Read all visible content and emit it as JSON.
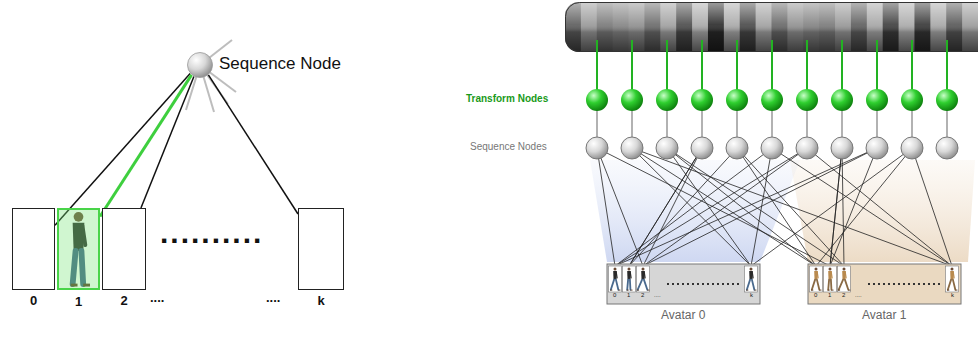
{
  "diagram": {
    "nodes": [
      {
        "text": [
          "Sequence Node"
        ]
      },
      {
        "text": [
          "0"
        ]
      },
      {
        "text": [
          "1"
        ]
      },
      {
        "text": [
          "2"
        ]
      },
      {
        "text": [
          "k"
        ]
      }
    ],
    "edges": [
      {
        "from": 0,
        "to": 1,
        "arrow": "none"
      },
      {
        "from": 0,
        "to": 2,
        "arrow": "none"
      },
      {
        "from": 0,
        "to": 3,
        "arrow": "none"
      },
      {
        "from": 0,
        "to": 4,
        "arrow": "none"
      }
    ],
    "labels": [
      "....",
      "....",
      "..........",
      "Transform Nodes",
      "Sequence Nodes",
      "0",
      "1",
      "2",
      "....",
      "k",
      "0",
      "1",
      "2",
      "....",
      "k",
      "Avatar 0",
      "Avatar 1"
    ]
  }
}
